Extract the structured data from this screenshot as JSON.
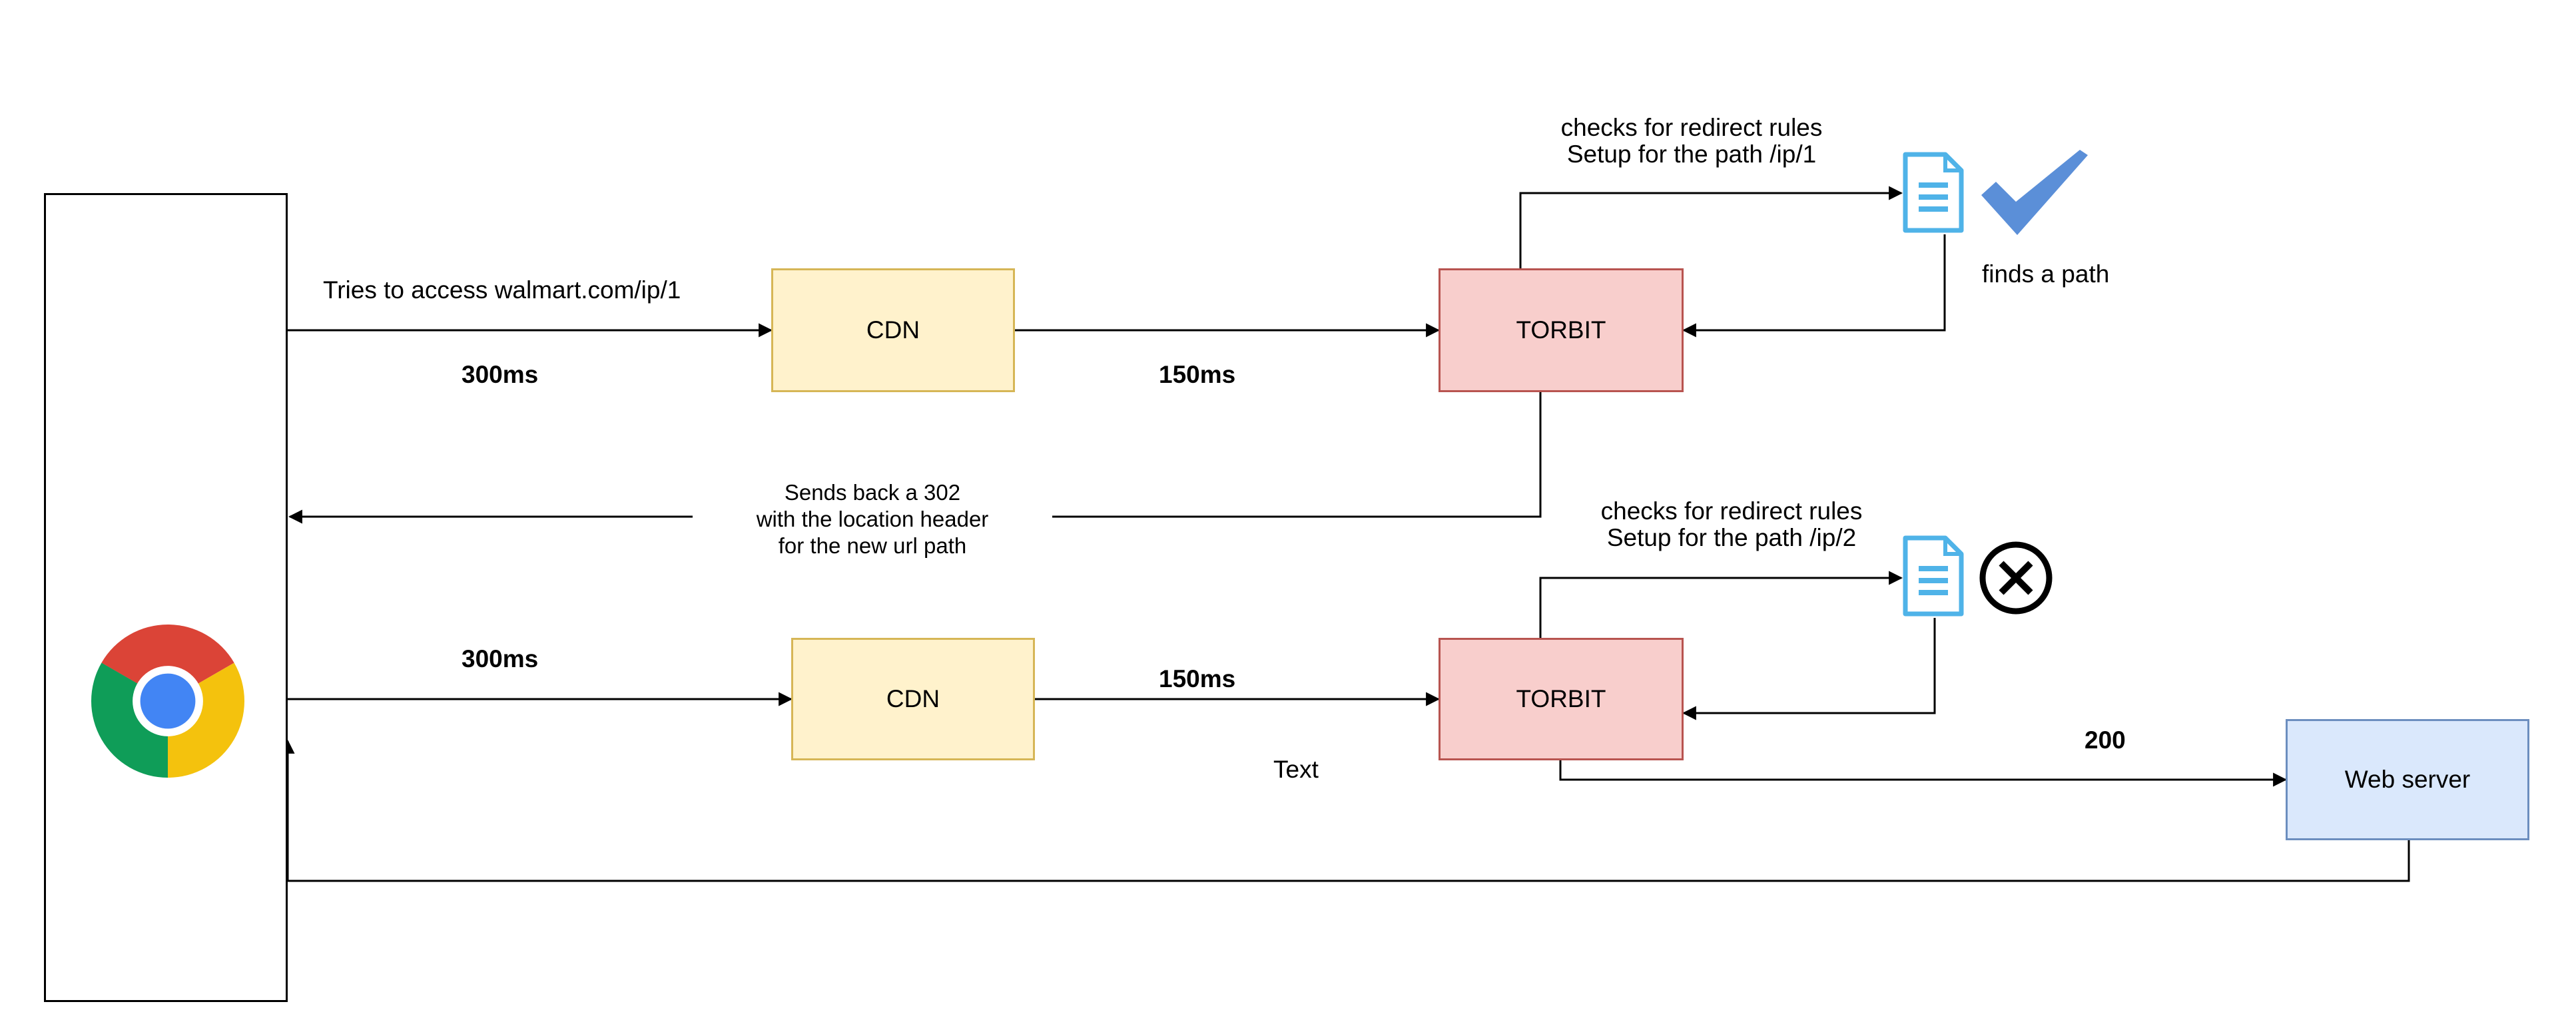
{
  "nodes": {
    "cdn_top": "CDN",
    "cdn_bottom": "CDN",
    "torbit_top": "TORBIT",
    "torbit_bottom": "TORBIT",
    "web_server": "Web server"
  },
  "labels": {
    "tries_access": "Tries to access walmart.com/ip/1",
    "latency_client_cdn_top": "300ms",
    "latency_cdn_torbit_top": "150ms",
    "check_rules_1_line1": "checks for redirect rules",
    "check_rules_1_line2": "Setup for the path /ip/1",
    "finds_path": "finds a path",
    "sends_back_line1": "Sends back a 302",
    "sends_back_line2": "with the location header",
    "sends_back_line3": "for the new url path",
    "check_rules_2_line1": "checks for redirect rules",
    "check_rules_2_line2": "Setup for the path /ip/2",
    "latency_client_cdn_bottom": "300ms",
    "latency_cdn_torbit_bottom": "150ms",
    "status_200": "200",
    "text_placeholder": "Text"
  },
  "icons": {
    "client": "chrome-browser-icon",
    "rules_doc_1": "document-icon",
    "rules_doc_2": "document-icon",
    "found": "checkmark-icon",
    "not_found": "cross-circle-icon"
  },
  "colors": {
    "cdn_fill": "#fff2cc",
    "cdn_stroke": "#d6b656",
    "torbit_fill": "#f8cecc",
    "torbit_stroke": "#b85450",
    "web_fill": "#dae8fc",
    "web_stroke": "#6c8ebf",
    "doc_icon": "#4fb3e8",
    "checkmark": "#5b8fd8"
  }
}
